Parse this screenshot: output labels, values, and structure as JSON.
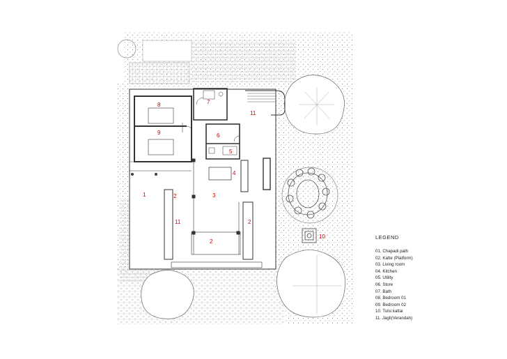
{
  "rooms": [
    {
      "id": "r8",
      "num": "8"
    },
    {
      "id": "r9",
      "num": "9"
    },
    {
      "id": "r7",
      "num": "7"
    },
    {
      "id": "r6",
      "num": "6"
    },
    {
      "id": "r5",
      "num": "5"
    },
    {
      "id": "r4",
      "num": "4"
    },
    {
      "id": "r3",
      "num": "3"
    },
    {
      "id": "r1",
      "num": "1"
    },
    {
      "id": "r2a",
      "num": "2"
    },
    {
      "id": "r2b",
      "num": "2"
    },
    {
      "id": "r2c",
      "num": "2"
    },
    {
      "id": "r11a",
      "num": "11"
    },
    {
      "id": "r11b",
      "num": "11"
    },
    {
      "id": "r10",
      "num": "10"
    }
  ],
  "legend": {
    "title": "LEGEND",
    "items": [
      "01. Chapadi path",
      "02. Katte (Platform)",
      "03. Living room",
      "04. Kitchen",
      "05. Utility",
      "06. Store",
      "07. Bath",
      "08. Bedroom 01",
      "09. Bedroom 02",
      "10. Tulsi kattai",
      "11. Jagli(Verandah)"
    ]
  },
  "colors": {
    "label": "#d00000",
    "line": "#333333",
    "hatch": "#9a9a9a"
  }
}
